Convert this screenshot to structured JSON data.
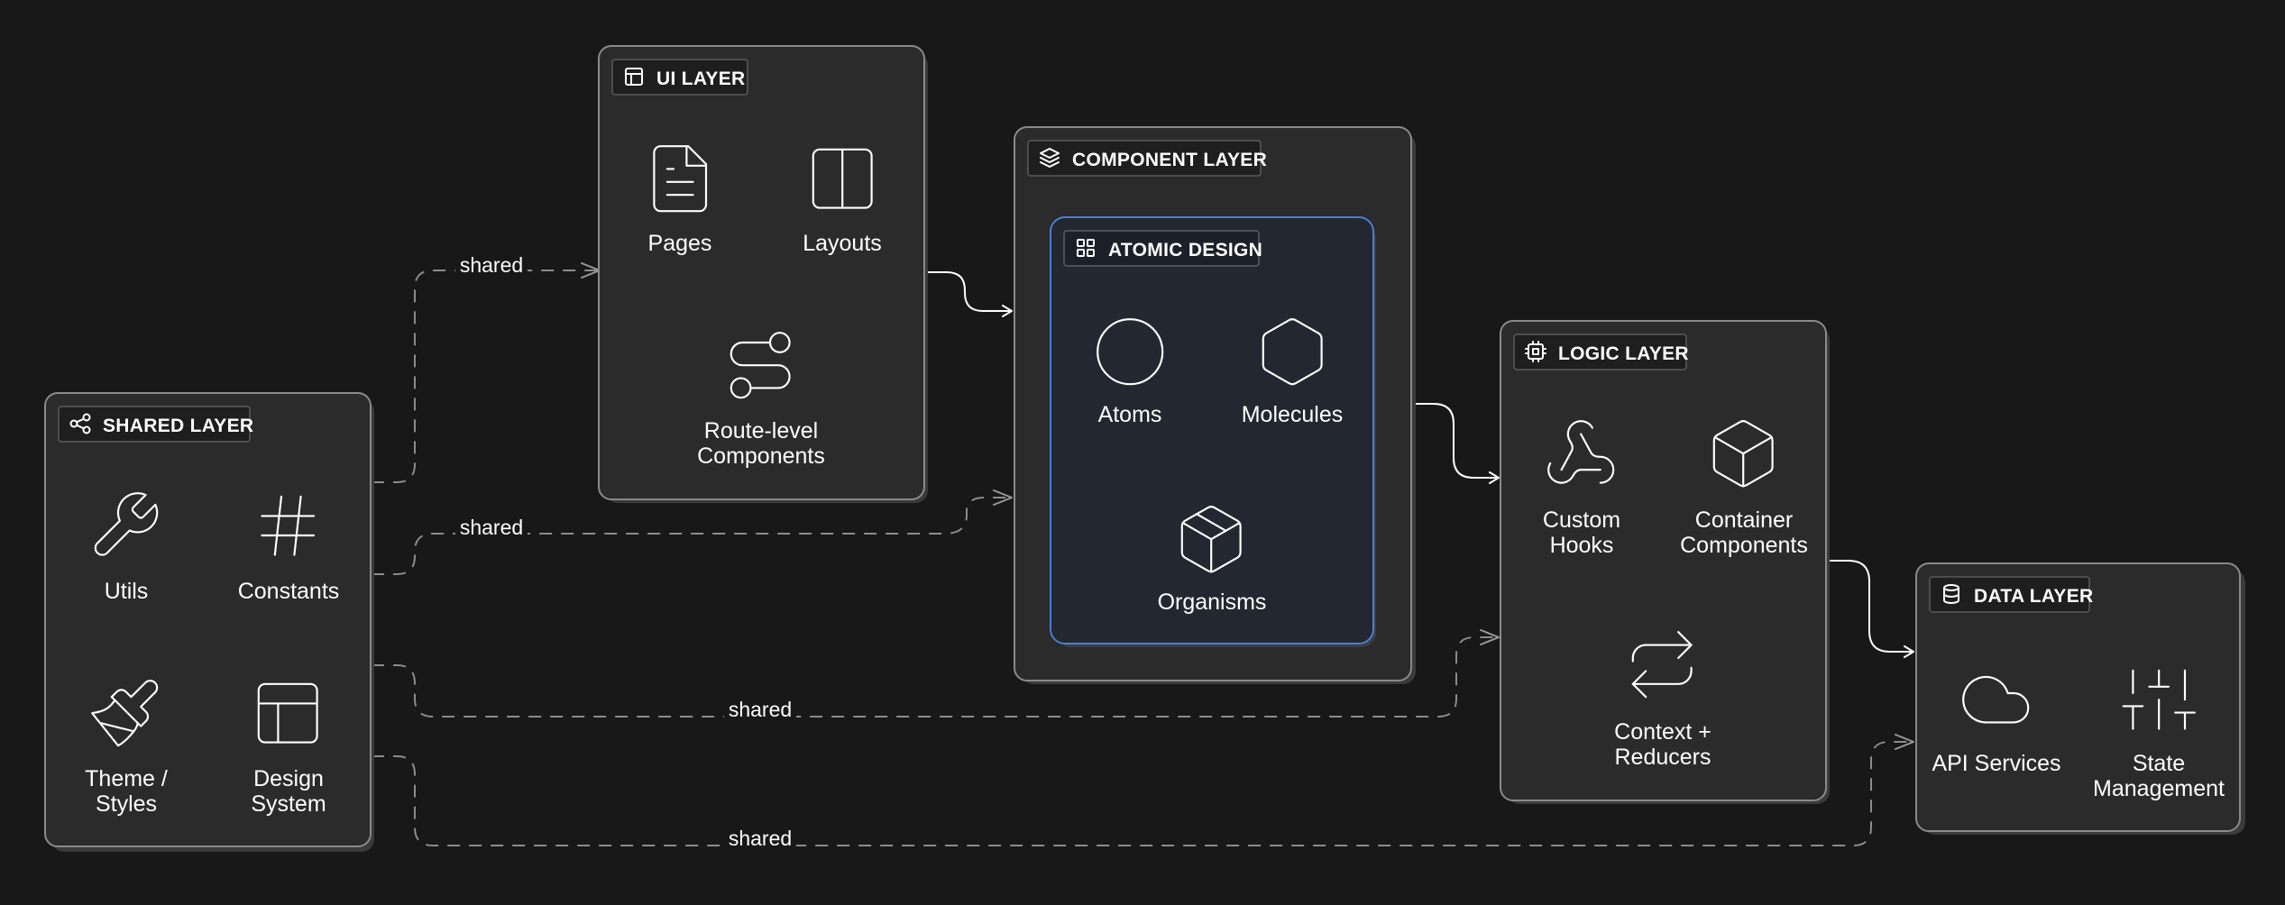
{
  "colors": {
    "background": "#181818",
    "panel": "#2b2b2b",
    "panel_border": "#8a8a8a",
    "atomic_panel": "#232830",
    "atomic_border": "#4a7fd6",
    "edge": "#ffffff",
    "dashed_edge": "#8c8c8c"
  },
  "edge_label": "shared",
  "groups": {
    "shared": {
      "title": "SHARED LAYER",
      "icon": "share-icon",
      "nodes": [
        {
          "label": [
            "Utils"
          ],
          "icon": "wrench-icon"
        },
        {
          "label": [
            "Constants"
          ],
          "icon": "hash-icon"
        },
        {
          "label": [
            "Theme /",
            "Styles"
          ],
          "icon": "paintbrush-icon"
        },
        {
          "label": [
            "Design",
            "System"
          ],
          "icon": "layout-grid-icon"
        }
      ]
    },
    "ui": {
      "title": "UI LAYER",
      "icon": "layout-icon",
      "nodes": [
        {
          "label": [
            "Pages"
          ],
          "icon": "file-text-icon"
        },
        {
          "label": [
            "Layouts"
          ],
          "icon": "columns-icon"
        },
        {
          "label": [
            "Route-level",
            "Components"
          ],
          "icon": "route-icon"
        }
      ]
    },
    "component": {
      "title": "COMPONENT LAYER",
      "icon": "layers-icon"
    },
    "atomic": {
      "title": "ATOMIC DESIGN",
      "icon": "grid-icon",
      "nodes": [
        {
          "label": [
            "Atoms"
          ],
          "icon": "circle-icon"
        },
        {
          "label": [
            "Molecules"
          ],
          "icon": "hexagon-icon"
        },
        {
          "label": [
            "Organisms"
          ],
          "icon": "package-icon"
        }
      ]
    },
    "logic": {
      "title": "LOGIC LAYER",
      "icon": "cpu-icon",
      "nodes": [
        {
          "label": [
            "Custom",
            "Hooks"
          ],
          "icon": "webhook-icon"
        },
        {
          "label": [
            "Container",
            "Components"
          ],
          "icon": "box-icon"
        },
        {
          "label": [
            "Context +",
            "Reducers"
          ],
          "icon": "repeat-icon"
        }
      ]
    },
    "data": {
      "title": "DATA LAYER",
      "icon": "database-icon",
      "nodes": [
        {
          "label": [
            "API Services"
          ],
          "icon": "cloud-icon"
        },
        {
          "label": [
            "State",
            "Management"
          ],
          "icon": "sliders-icon"
        }
      ]
    }
  }
}
